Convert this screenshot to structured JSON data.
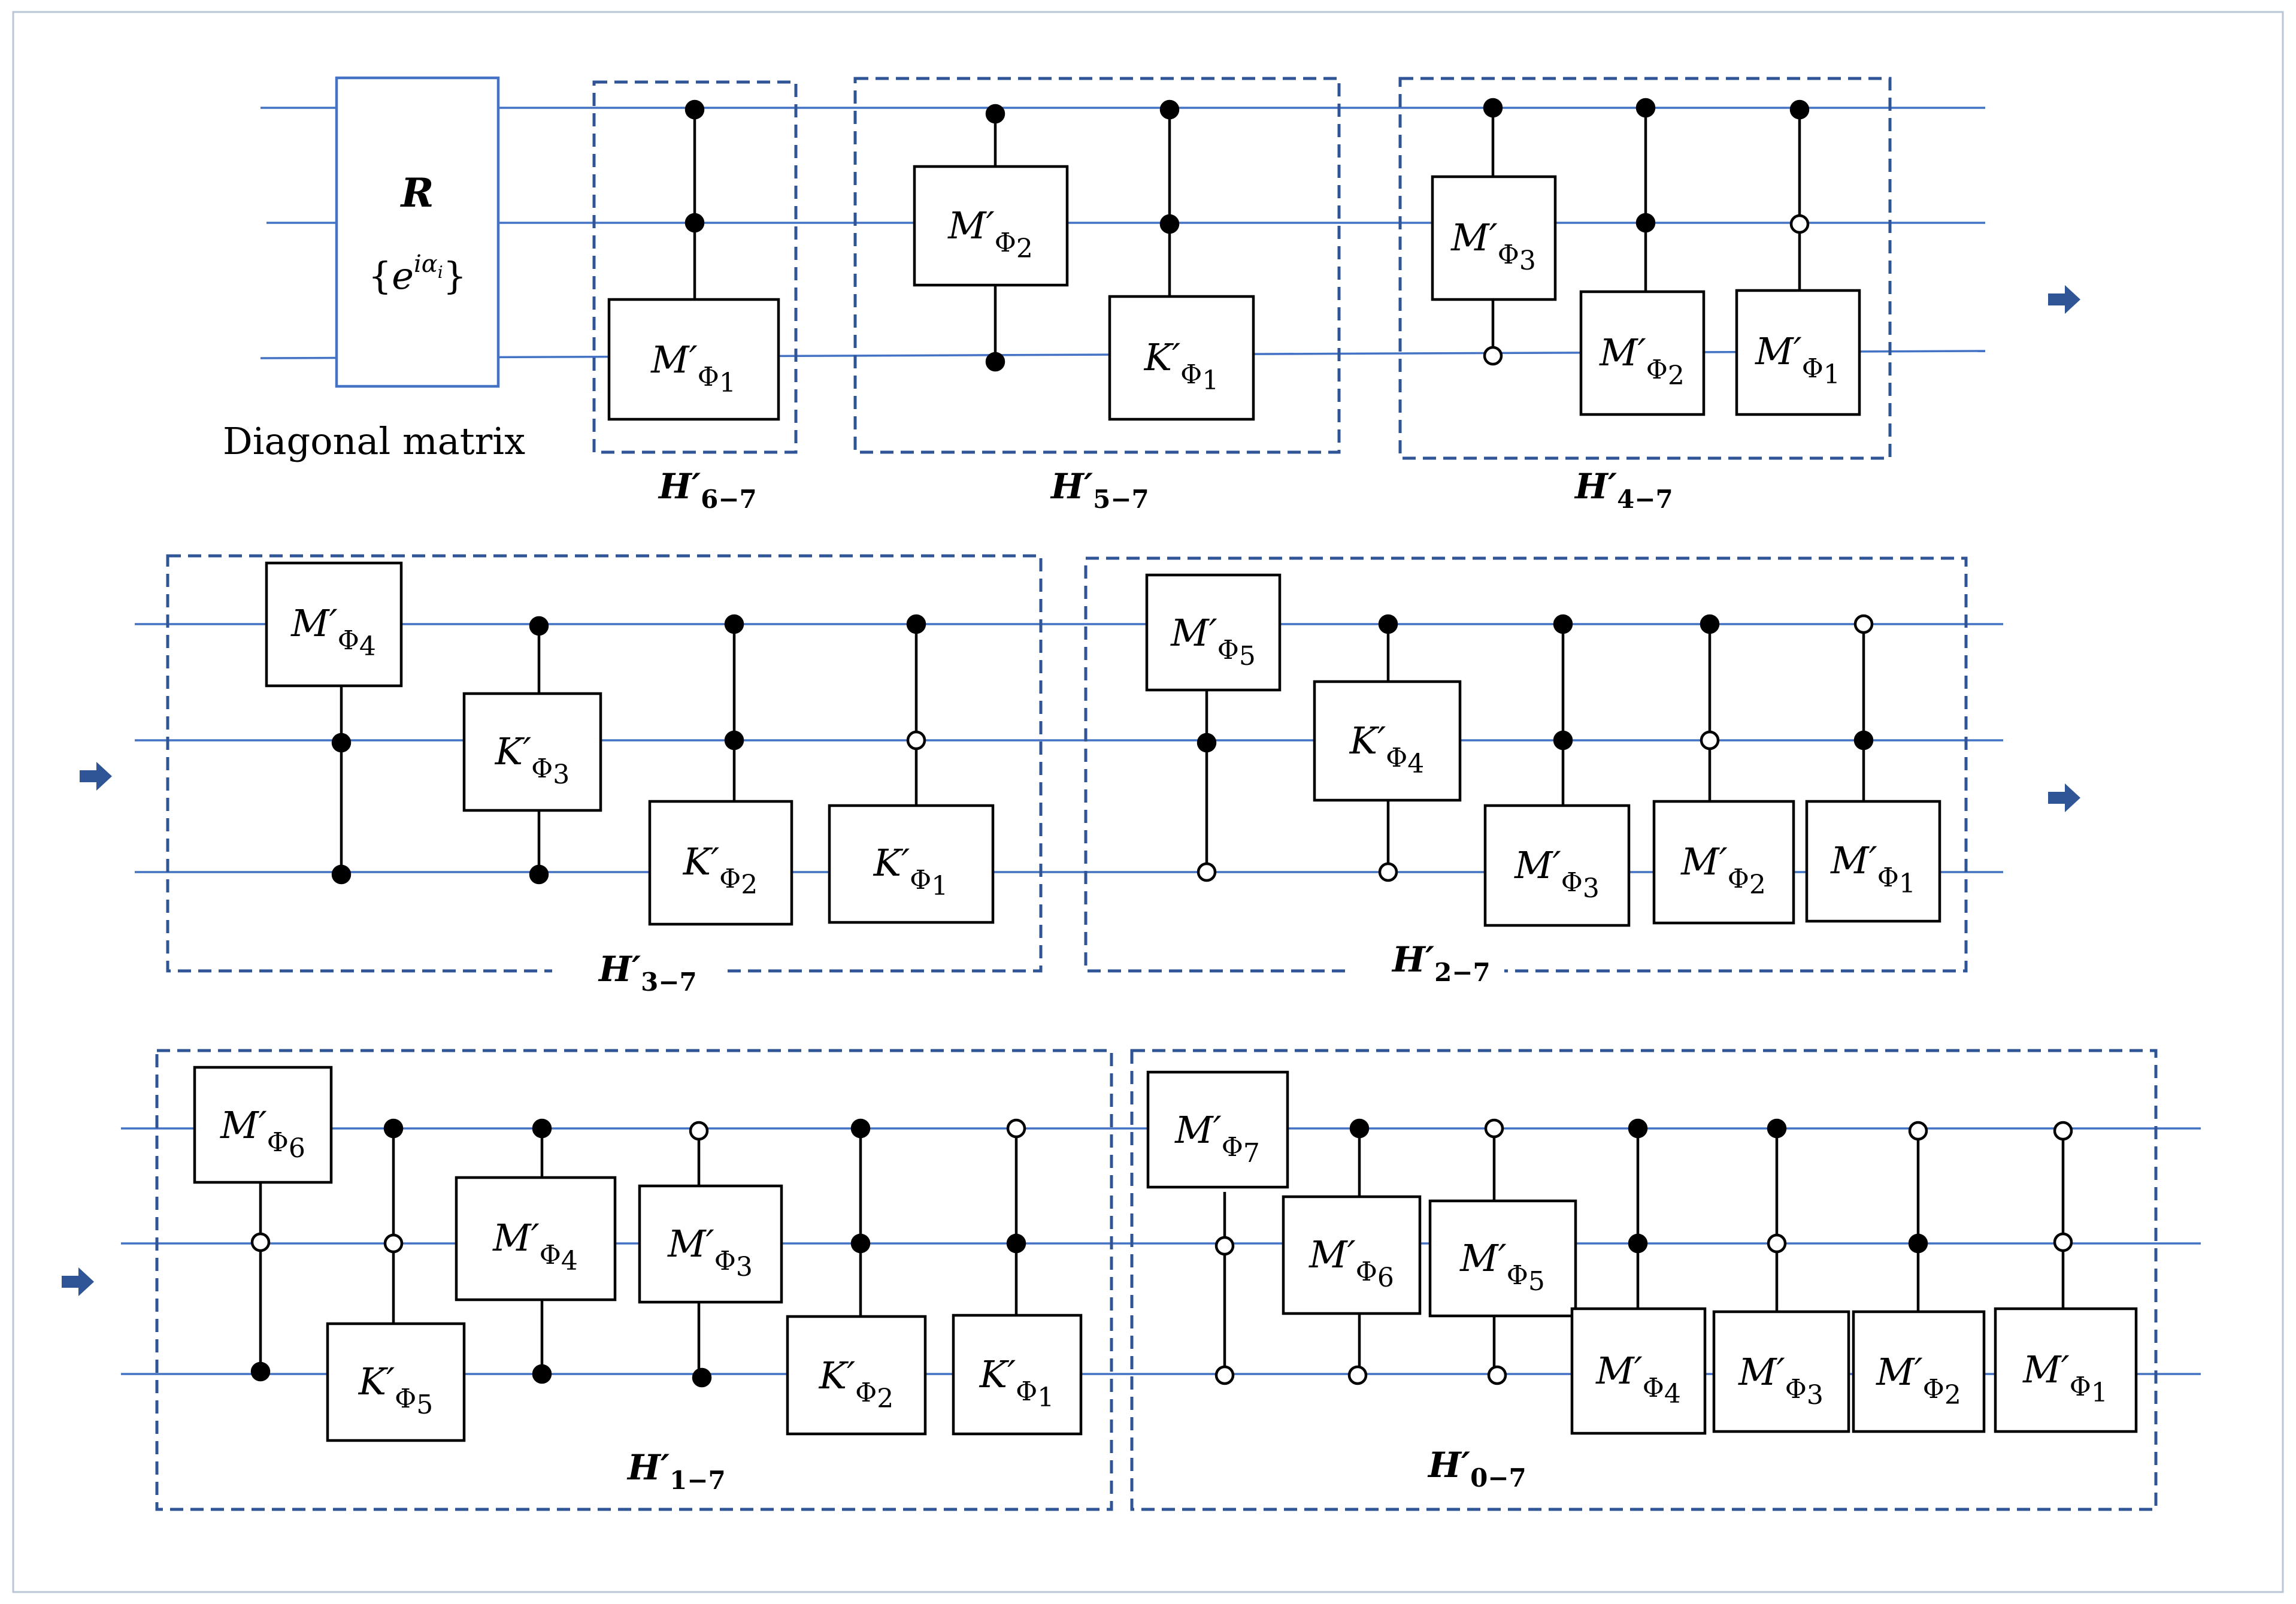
{
  "diagonal_block": {
    "title": "R",
    "formula_open": "{",
    "formula_base": "e",
    "formula_exponent": "iα",
    "formula_exponent_sub": "i",
    "formula_close": "}",
    "caption": "Diagonal matrix"
  },
  "groups": [
    {
      "symbol": "H",
      "prime": "′",
      "subscript": "6−7"
    },
    {
      "symbol": "H",
      "prime": "′",
      "subscript": "5−7"
    },
    {
      "symbol": "H",
      "prime": "′",
      "subscript": "4−7"
    },
    {
      "symbol": "H",
      "prime": "′",
      "subscript": "3−7"
    },
    {
      "symbol": "H",
      "prime": "′",
      "subscript": "2−7"
    },
    {
      "symbol": "H",
      "prime": "′",
      "subscript": "1−7"
    },
    {
      "symbol": "H",
      "prime": "′",
      "subscript": "0−7"
    }
  ],
  "gates": [
    {
      "letter": "M",
      "sub": "1"
    },
    {
      "letter": "M",
      "sub": "2"
    },
    {
      "letter": "K",
      "sub": "1"
    },
    {
      "letter": "M",
      "sub": "3"
    },
    {
      "letter": "M",
      "sub": "2"
    },
    {
      "letter": "M",
      "sub": "1"
    },
    {
      "letter": "M",
      "sub": "4"
    },
    {
      "letter": "K",
      "sub": "3"
    },
    {
      "letter": "K",
      "sub": "2"
    },
    {
      "letter": "K",
      "sub": "1"
    },
    {
      "letter": "M",
      "sub": "5"
    },
    {
      "letter": "K",
      "sub": "4"
    },
    {
      "letter": "M",
      "sub": "3"
    },
    {
      "letter": "M",
      "sub": "2"
    },
    {
      "letter": "M",
      "sub": "1"
    },
    {
      "letter": "M",
      "sub": "6"
    },
    {
      "letter": "K",
      "sub": "5"
    },
    {
      "letter": "M",
      "sub": "4"
    },
    {
      "letter": "M",
      "sub": "3"
    },
    {
      "letter": "K",
      "sub": "2"
    },
    {
      "letter": "K",
      "sub": "1"
    },
    {
      "letter": "M",
      "sub": "7"
    },
    {
      "letter": "M",
      "sub": "6"
    },
    {
      "letter": "M",
      "sub": "5"
    },
    {
      "letter": "M",
      "sub": "4"
    },
    {
      "letter": "M",
      "sub": "3"
    },
    {
      "letter": "M",
      "sub": "2"
    },
    {
      "letter": "M",
      "sub": "1"
    }
  ],
  "gate_prime": "′",
  "gate_phi": "Φ",
  "colors": {
    "wire": "#4472c4",
    "group_border": "#2f5597",
    "continuation_arrow": "#2f5597",
    "gate_border": "#000000"
  },
  "icons": {
    "continuation": "right-arrow-icon"
  }
}
